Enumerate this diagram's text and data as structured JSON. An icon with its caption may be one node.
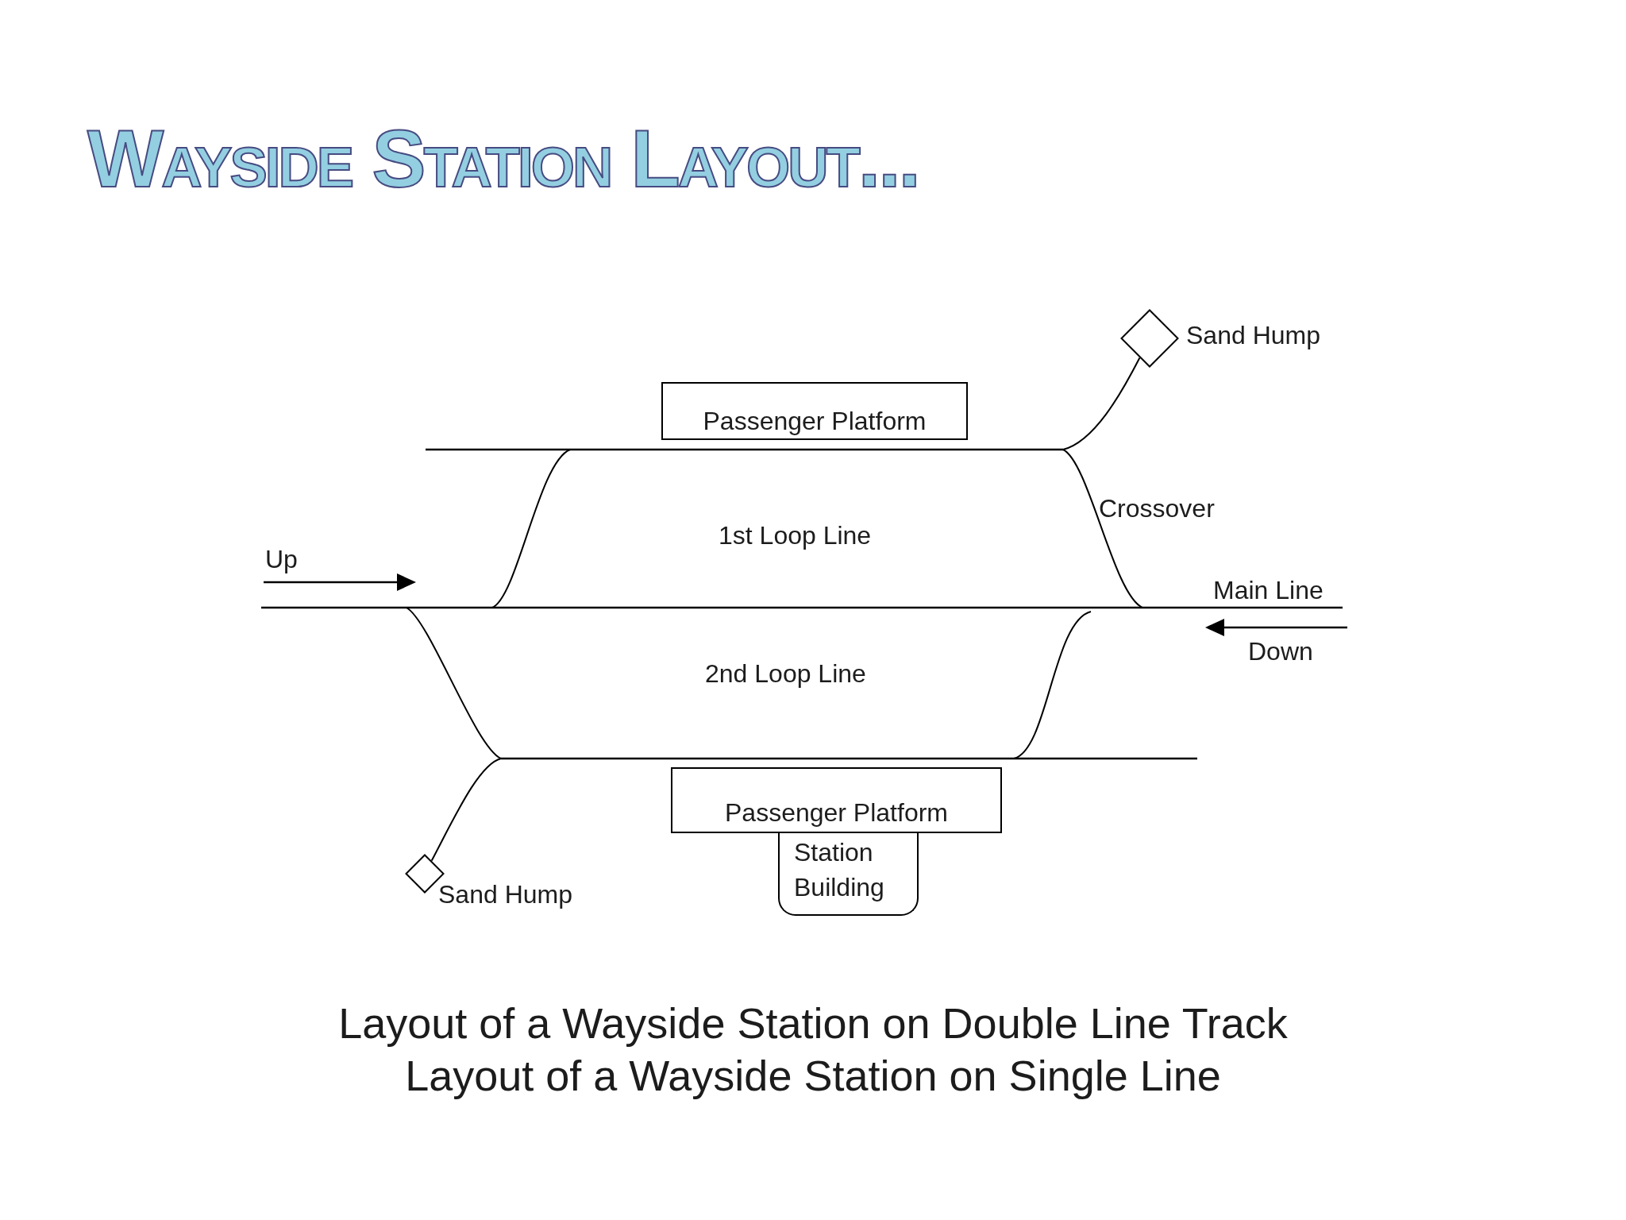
{
  "diagram": {
    "title": "Wayside Station Layout...",
    "caption": "Layout of a Wayside Station on Double Line Track",
    "nodes": [
      {
        "text": [],
        "shape": "diamond",
        "beside": [
          "Sand Hump"
        ]
      },
      {
        "text": [
          "Passenger Platform"
        ]
      },
      {
        "text": [
          "Passenger Platform"
        ]
      },
      {
        "text": [
          "Station Building"
        ]
      },
      {
        "text": [],
        "shape": "diamond",
        "beside": [
          "Sand Hump"
        ]
      }
    ],
    "edges": [
      {
        "from": null,
        "to": 0,
        "arrow": "none"
      },
      {
        "from": null,
        "to": 4,
        "arrow": "none"
      }
    ],
    "labels": [
      "Crossover",
      "1st Loop Line",
      "Up",
      "Main Line",
      "Down",
      "2nd Loop Line",
      "Layout of a Wayside Station on Single Line"
    ]
  }
}
